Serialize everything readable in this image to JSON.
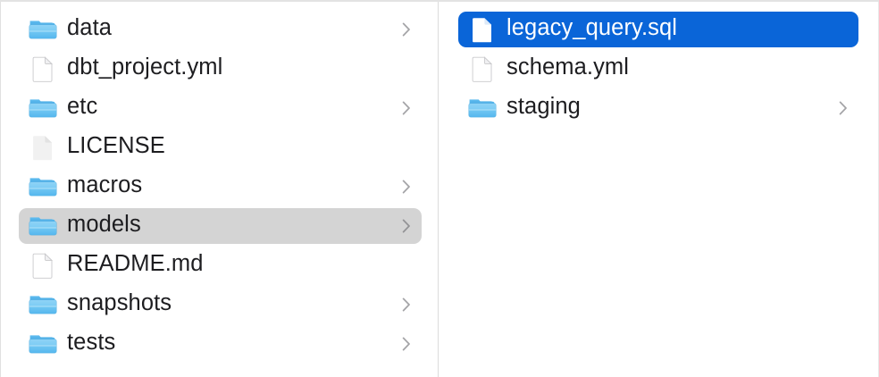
{
  "app": {
    "view_mode": "column-view",
    "accent_color": "#0a65d8",
    "selection_inactive_color": "#d4d4d4",
    "text_color": "#1d1d20"
  },
  "columns": [
    {
      "name": "parent-column",
      "items": [
        {
          "label": "data",
          "kind": "folder",
          "icon": "folder-icon",
          "has_chevron": true,
          "selected": false,
          "selection": "none"
        },
        {
          "label": "dbt_project.yml",
          "kind": "file",
          "icon": "document-icon",
          "has_chevron": false,
          "selected": false,
          "selection": "none"
        },
        {
          "label": "etc",
          "kind": "folder",
          "icon": "folder-icon",
          "has_chevron": true,
          "selected": false,
          "selection": "none"
        },
        {
          "label": "LICENSE",
          "kind": "file",
          "icon": "plain-document-icon",
          "has_chevron": false,
          "selected": false,
          "selection": "none"
        },
        {
          "label": "macros",
          "kind": "folder",
          "icon": "folder-icon",
          "has_chevron": true,
          "selected": false,
          "selection": "none"
        },
        {
          "label": "models",
          "kind": "folder",
          "icon": "folder-icon",
          "has_chevron": true,
          "selected": true,
          "selection": "gray"
        },
        {
          "label": "README.md",
          "kind": "file",
          "icon": "document-icon",
          "has_chevron": false,
          "selected": false,
          "selection": "none"
        },
        {
          "label": "snapshots",
          "kind": "folder",
          "icon": "folder-icon",
          "has_chevron": true,
          "selected": false,
          "selection": "none"
        },
        {
          "label": "tests",
          "kind": "folder",
          "icon": "folder-icon",
          "has_chevron": true,
          "selected": false,
          "selection": "none"
        }
      ]
    },
    {
      "name": "child-column",
      "items": [
        {
          "label": "legacy_query.sql",
          "kind": "file",
          "icon": "document-icon",
          "has_chevron": false,
          "selected": true,
          "selection": "blue"
        },
        {
          "label": "schema.yml",
          "kind": "file",
          "icon": "document-icon",
          "has_chevron": false,
          "selected": false,
          "selection": "none"
        },
        {
          "label": "staging",
          "kind": "folder",
          "icon": "folder-icon",
          "has_chevron": true,
          "selected": false,
          "selection": "none"
        }
      ]
    }
  ]
}
